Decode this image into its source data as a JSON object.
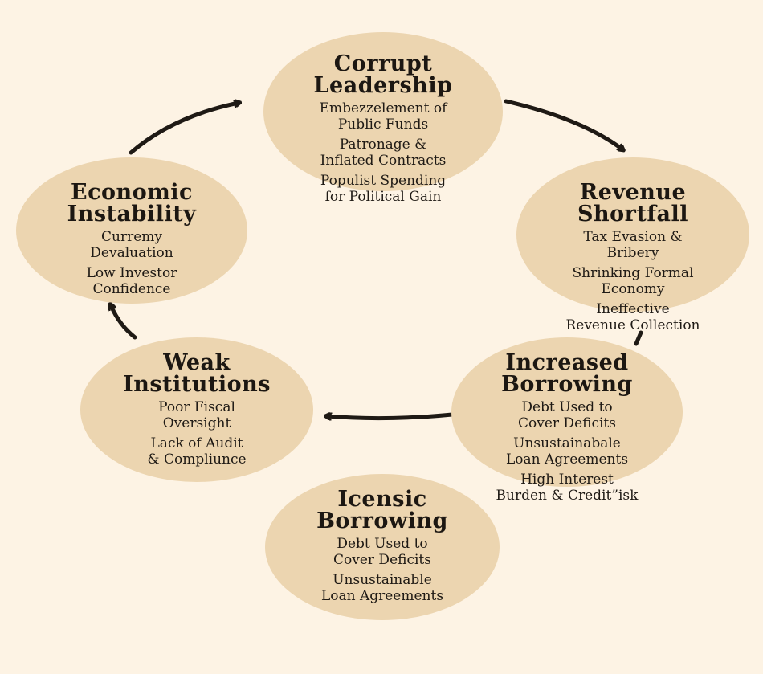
{
  "nodes": {
    "corrupt_leadership": {
      "title": [
        "Corrupt",
        "Leadership"
      ],
      "bullets": [
        [
          "Embezzelement of",
          "Public Funds"
        ],
        [
          "Patronage &",
          "Inflated Contracts"
        ],
        [
          "Populist Spending",
          "for Political Gain"
        ]
      ]
    },
    "revenue_shortfall": {
      "title": [
        "Revenue",
        "Shortfall"
      ],
      "bullets": [
        [
          "Tax Evasion &",
          "Bribery"
        ],
        [
          "Shrinking Formal",
          "Economy"
        ],
        [
          "Ineffective",
          "Revenue Collection"
        ]
      ]
    },
    "increased_borrowing": {
      "title": [
        "Increased",
        "Borrowing"
      ],
      "bullets": [
        [
          "Debt Used to",
          "Cover Deficits"
        ],
        [
          "Unsustainabale",
          "Loan Agreements"
        ],
        [
          "High Interest",
          "Burden & Credit”isk"
        ]
      ]
    },
    "icensic_borrowing": {
      "title": [
        "Icensic",
        "Borrowing"
      ],
      "bullets": [
        [
          "Debt Used to",
          "Cover Deficits"
        ],
        [
          "Unsustainable",
          "Loan Agreements"
        ]
      ]
    },
    "weak_institutions": {
      "title": [
        "Weak",
        "Institutions"
      ],
      "bullets": [
        [
          "Poor Fiscal",
          "Oversight"
        ],
        [
          "Lack of Audit",
          "& Compliunce"
        ]
      ]
    },
    "economic_instability": {
      "title": [
        "Economic",
        "Instability"
      ],
      "bullets": [
        [
          "Curremy",
          "Devaluation"
        ],
        [
          "Low Investor",
          "Confidence"
        ]
      ]
    }
  },
  "colors": {
    "background": "#fdf3e4",
    "node_fill": "#ecd5b0",
    "arrow": "#1f1a15",
    "text": "#1f1a15"
  }
}
